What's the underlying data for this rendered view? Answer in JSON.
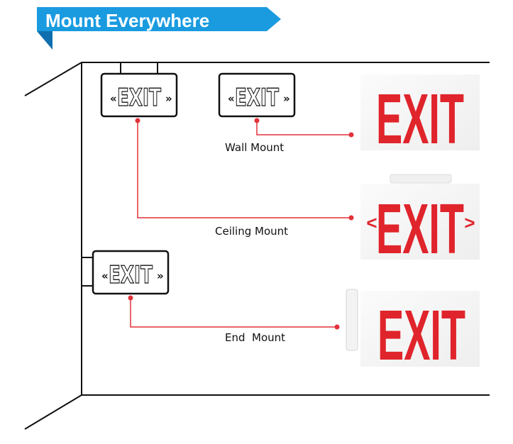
{
  "banner": {
    "title": "Mount Everywhere",
    "color": "#1A9BE0",
    "shadow_color": "#0F6FAE"
  },
  "sign_text": "EXIT",
  "sign_arrow_left": "«",
  "sign_arrow_right": "»",
  "red_arrow_left": "<",
  "red_arrow_right": ">",
  "colors": {
    "exit_red": "#E0242B",
    "connector": "#E2313A",
    "wall_line": "#111111"
  },
  "mounts": {
    "wall": {
      "label": "Wall Mount"
    },
    "ceiling": {
      "label": "Ceiling Mount"
    },
    "end": {
      "label": "End  Mount"
    }
  }
}
